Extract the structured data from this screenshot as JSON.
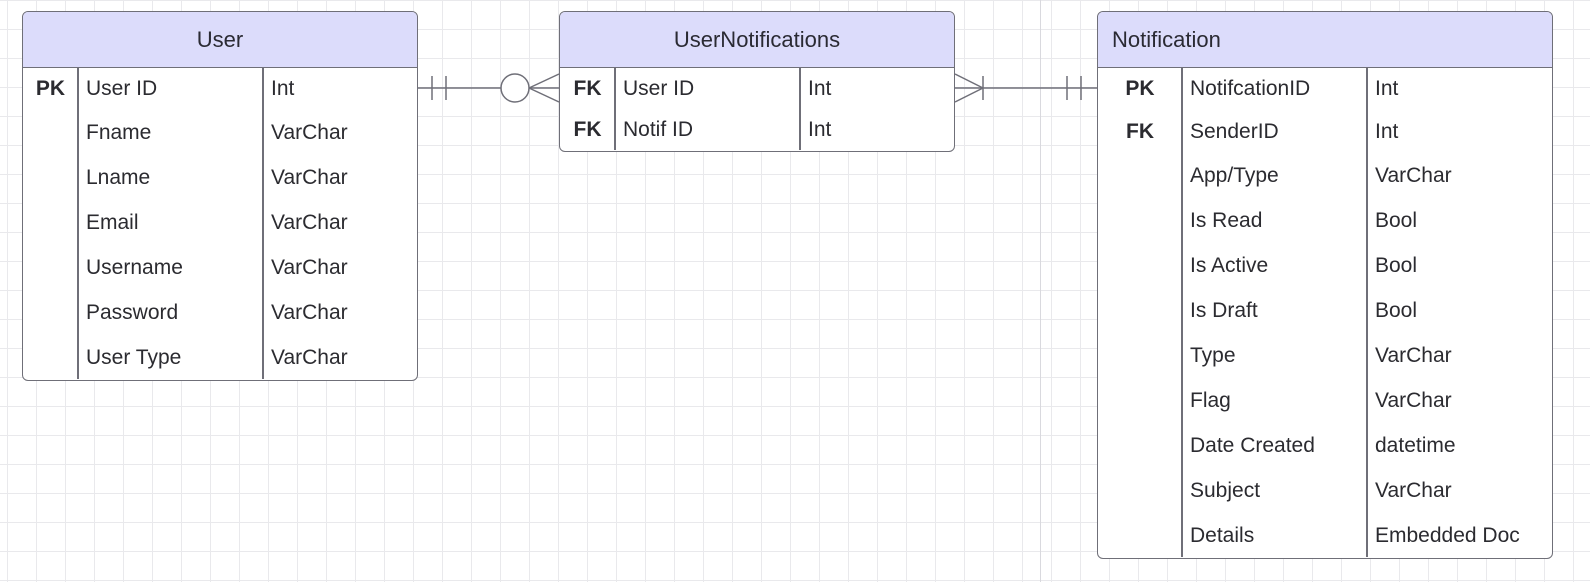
{
  "entities": {
    "user": {
      "title": "User",
      "rows": [
        {
          "key": "PK",
          "name": "User ID",
          "type": "Int"
        },
        {
          "key": "",
          "name": "Fname",
          "type": "VarChar"
        },
        {
          "key": "",
          "name": "Lname",
          "type": "VarChar"
        },
        {
          "key": "",
          "name": "Email",
          "type": "VarChar"
        },
        {
          "key": "",
          "name": "Username",
          "type": "VarChar"
        },
        {
          "key": "",
          "name": "Password",
          "type": "VarChar"
        },
        {
          "key": "",
          "name": "User Type",
          "type": "VarChar"
        }
      ]
    },
    "user_notifications": {
      "title": "UserNotifications",
      "rows": [
        {
          "key": "FK",
          "name": "User ID",
          "type": "Int"
        },
        {
          "key": "FK",
          "name": "Notif ID",
          "type": "Int"
        }
      ]
    },
    "notification": {
      "title": "Notification",
      "rows": [
        {
          "key": "PK",
          "name": "NotifcationID",
          "type": "Int"
        },
        {
          "key": "FK",
          "name": "SenderID",
          "type": "Int"
        },
        {
          "key": "",
          "name": "App/Type",
          "type": "VarChar"
        },
        {
          "key": "",
          "name": "Is Read",
          "type": "Bool"
        },
        {
          "key": "",
          "name": "Is Active",
          "type": "Bool"
        },
        {
          "key": "",
          "name": "Is Draft",
          "type": "Bool"
        },
        {
          "key": "",
          "name": "Type",
          "type": "VarChar"
        },
        {
          "key": "",
          "name": "Flag",
          "type": "VarChar"
        },
        {
          "key": "",
          "name": "Date Created",
          "type": "datetime"
        },
        {
          "key": "",
          "name": "Subject",
          "type": "VarChar"
        },
        {
          "key": "",
          "name": "Details",
          "type": "Embedded Doc"
        }
      ]
    }
  },
  "relationships": [
    {
      "from": "User",
      "to": "UserNotifications",
      "from_cardinality": "one-and-only-one",
      "to_cardinality": "zero-or-many"
    },
    {
      "from": "UserNotifications",
      "to": "Notification",
      "from_cardinality": "one-or-many",
      "to_cardinality": "one-and-only-one"
    }
  ],
  "colors": {
    "header_fill": "#dcdcfb",
    "border": "#6f6f78",
    "grid": "#e9e9ec"
  }
}
